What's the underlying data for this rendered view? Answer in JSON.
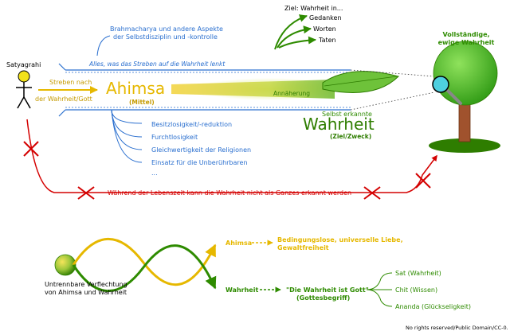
{
  "actor": {
    "label": "Satyagrahi"
  },
  "left_arrow": {
    "line1": "Streben nach",
    "line2": "der Wahrheit/Gott"
  },
  "channel": {
    "top_note": "Alles, was das Streben auf die Wahrheit lenkt",
    "top_heading_line1": "Brahmacharya und andere Aspekte",
    "top_heading_line2": "der Selbstdisziplin und -kontrolle"
  },
  "ahimsa": {
    "title": "Ahimsa",
    "subtitle": "(Mittel)"
  },
  "approach_label": "Annäherung",
  "goal": {
    "header": "Ziel: Wahrheit in...",
    "items": [
      "Gedanken",
      "Worten",
      "Taten"
    ]
  },
  "truth": {
    "pre": "Selbst erkannte",
    "title": "Wahrheit",
    "subtitle": "(Ziel/Zweck)"
  },
  "tree": {
    "line1": "Vollständige,",
    "line2": "ewige Wahrheit"
  },
  "branches": [
    "Besitzlosigkeit/-reduktion",
    "Furchtlosigkeit",
    "Gleichwertigkeit der Religionen",
    "Einsatz für die Unberührbaren",
    "..."
  ],
  "lifetime_note": "Während der Lebenszeit kann die Wahrheit nicht als Ganzes erkannt werden",
  "intertwine": {
    "caption_line1": "Untrennbare Verflechtung",
    "caption_line2": "von Ahimsa und Wahrheit",
    "ahimsa_label": "Ahimsa",
    "ahimsa_desc_line1": "Bedingungslose, universelle Liebe,",
    "ahimsa_desc_line2": "Gewaltfreiheit",
    "truth_label": "Wahrheit",
    "truth_desc_line1": "\"Die Wahrheit ist Gott\"",
    "truth_desc_line2": "(Gottesbegriff)",
    "aspects": [
      "Sat (Wahrheit)",
      "Chit (Wissen)",
      "Ananda (Glückseligkeit)"
    ]
  },
  "footer": "No rights reserved/Public Domain/CC-0.",
  "colors": {
    "blue": "#2a6fcf",
    "gold": "#e6b800",
    "green": "#2e8b00",
    "red": "#d40000",
    "dark_green": "#1f7a00"
  }
}
